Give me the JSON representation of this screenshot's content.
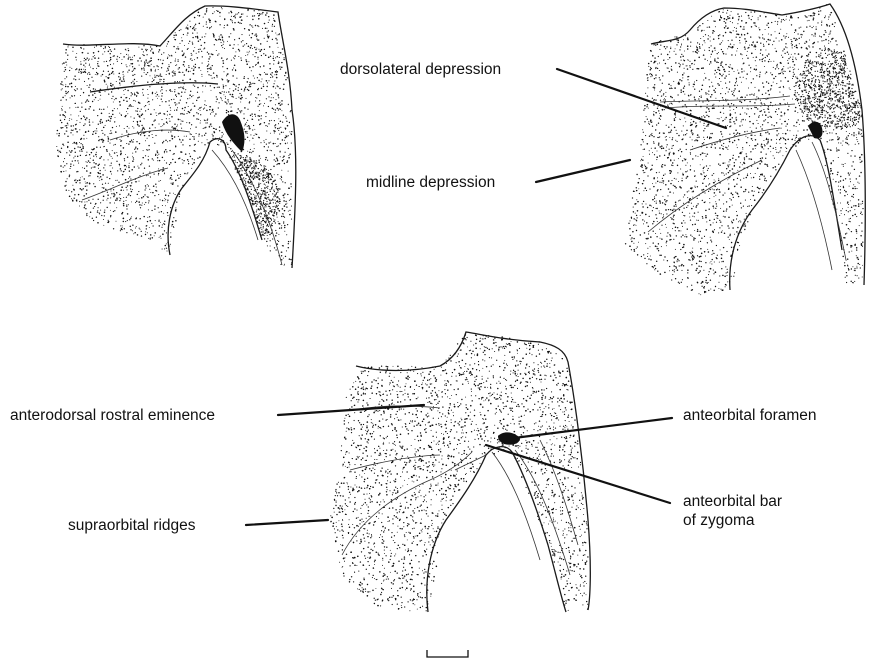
{
  "labels": {
    "dorsolateral_depression": "dorsolateral depression",
    "midline_depression": "midline depression",
    "anterodorsal_rostral_eminence": "anterodorsal rostral eminence",
    "anteorbital_foramen": "anteorbital foramen",
    "anteorbital_bar_line1": "anteorbital bar",
    "anteorbital_bar_line2": "of zygoma",
    "supraorbital_ridges": "supraorbital ridges"
  },
  "colors": {
    "ink": "#111111",
    "background": "#ffffff"
  }
}
